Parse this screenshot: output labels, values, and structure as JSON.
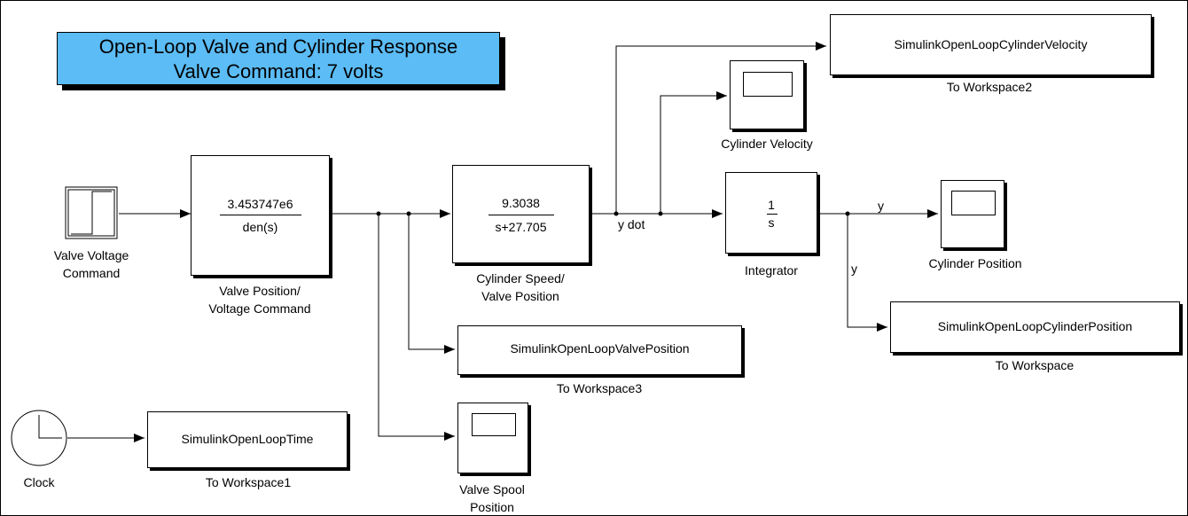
{
  "title": {
    "line1": "Open-Loop Valve and Cylinder Response",
    "line2": "Valve Command: 7 volts"
  },
  "blocks": {
    "step": {
      "label1": "Valve Voltage",
      "label2": "Command"
    },
    "valve_tf": {
      "numerator": "3.453747e6",
      "denominator": "den(s)",
      "label1": "Valve Position/",
      "label2": "Voltage Command"
    },
    "cyl_tf": {
      "numerator": "9.3038",
      "denominator": "s+27.705",
      "label1": "Cylinder Speed/",
      "label2": "Valve Position"
    },
    "integrator": {
      "numerator": "1",
      "denominator": "s",
      "label": "Integrator"
    },
    "scope_velocity": {
      "label": "Cylinder Velocity"
    },
    "scope_position": {
      "label": "Cylinder Position"
    },
    "scope_spool": {
      "label1": "Valve Spool",
      "label2": "Position"
    },
    "ws_velocity": {
      "var": "SimulinkOpenLoopCylinderVelocity",
      "label": "To Workspace2"
    },
    "ws_position": {
      "var": "SimulinkOpenLoopCylinderPosition",
      "label": "To Workspace"
    },
    "ws_valve": {
      "var": "SimulinkOpenLoopValvePosition",
      "label": "To Workspace3"
    },
    "ws_time": {
      "var": "SimulinkOpenLoopTime",
      "label": "To Workspace1"
    },
    "clock": {
      "label": "Clock"
    }
  },
  "signals": {
    "ydot": "y dot",
    "y1": "y",
    "y2": "y"
  }
}
